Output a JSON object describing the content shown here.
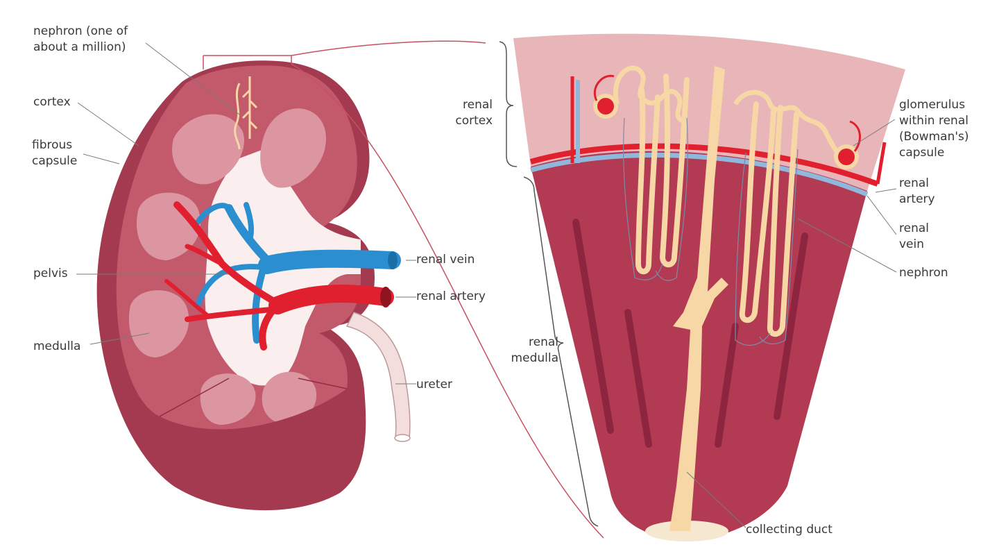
{
  "labels": {
    "nephron_one": [
      "nephron (one of",
      "about a million)"
    ],
    "cortex": "cortex",
    "fibrous_capsule": [
      "fibrous",
      "capsule"
    ],
    "pelvis": "pelvis",
    "medulla": "medulla",
    "renal_vein": "renal vein",
    "renal_artery": "renal artery",
    "ureter": "ureter",
    "renal_cortex": [
      "renal",
      "cortex"
    ],
    "renal_medulla": [
      "renal",
      "medulla"
    ],
    "glomerulus": [
      "glomerulus",
      "within renal",
      "(Bowman's)",
      "capsule"
    ],
    "renal_artery_right": [
      "renal",
      "artery"
    ],
    "renal_vein_right": [
      "renal",
      "vein"
    ],
    "nephron": "nephron",
    "collecting_duct": "collecting duct"
  },
  "colors": {
    "kidney_dark": "#a43a50",
    "kidney_mid": "#c25a6c",
    "kidney_light": "#dc96a2",
    "pelvis": "#fbeeee",
    "vein": "#2b8fcf",
    "artery": "#e0202e",
    "tubule": "#f6d7a5",
    "leader": "#7a7a7a"
  }
}
